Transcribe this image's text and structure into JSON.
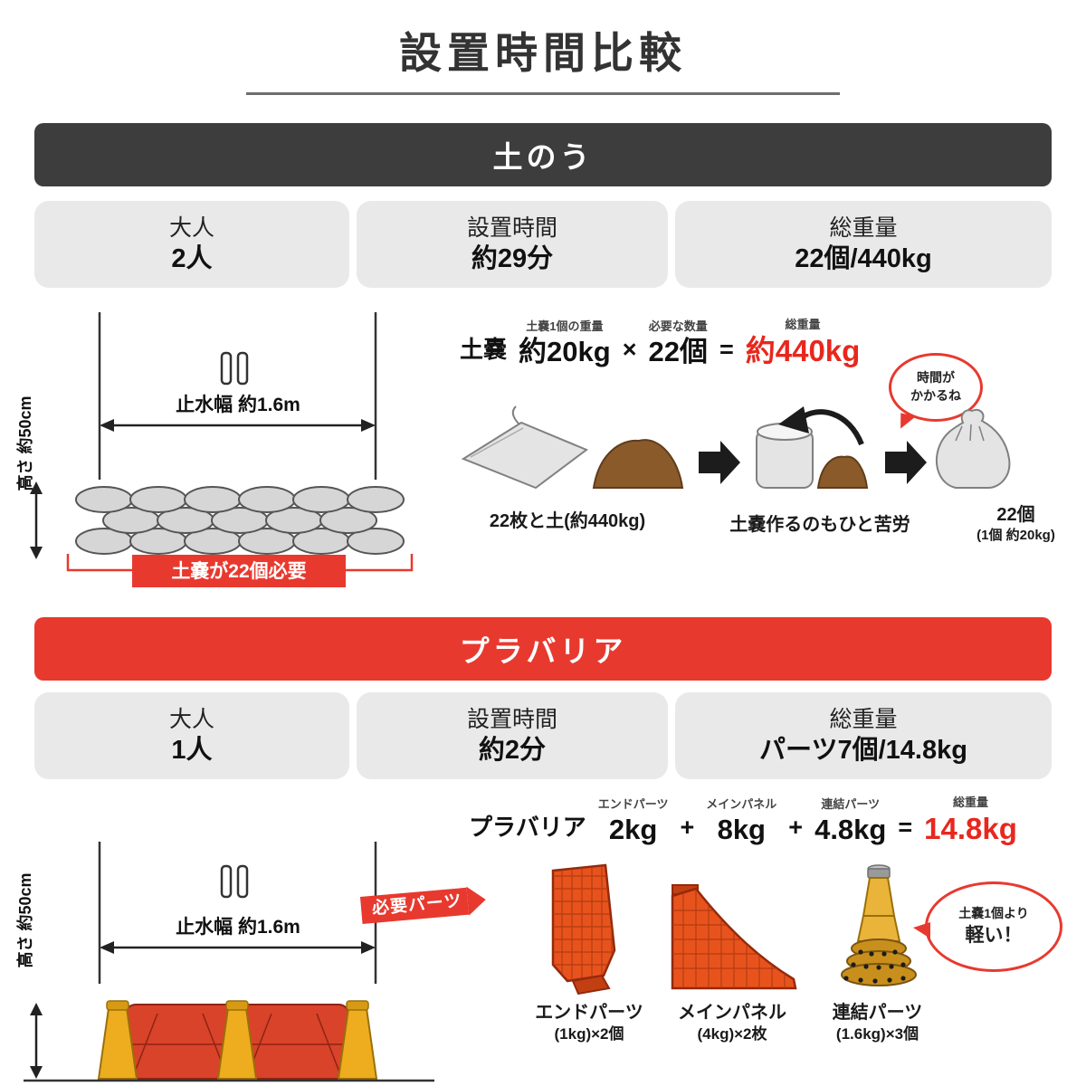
{
  "title": "設置時間比較",
  "colors": {
    "accent_red": "#e8392f",
    "result_red": "#e8271d",
    "banner_dark": "#3d3d3d",
    "stat_box_gray": "#e9e9e9"
  },
  "sandbag": {
    "header": "土のう",
    "stats": [
      {
        "label": "大人",
        "value": "2人"
      },
      {
        "label": "設置時間",
        "value": "約29分"
      },
      {
        "label": "総重量",
        "value": "22個/440kg"
      }
    ],
    "diagram": {
      "height_label": "高さ 約50cm",
      "width_label": "止水幅 約1.6m",
      "requirement_label": "土嚢が22個必要"
    },
    "equation": {
      "prefix": "土嚢",
      "terms": [
        {
          "label": "土嚢1個の重量",
          "value": "約20kg"
        },
        {
          "label": "必要な数量",
          "value": "22個"
        },
        {
          "label": "総重量",
          "value": "約440kg"
        }
      ],
      "multiply_op": "×",
      "equals_op": "="
    },
    "bubble": {
      "line1": "時間が",
      "line2": "かかるね"
    },
    "captions": [
      {
        "line1": "22枚と土(約440kg)",
        "line2": ""
      },
      {
        "line1": "土嚢作るのもひと苦労",
        "line2": ""
      },
      {
        "line1": "22個",
        "line2": "(1個 約20kg)"
      }
    ]
  },
  "plabarrier": {
    "header": "プラバリア",
    "stats": [
      {
        "label": "大人",
        "value": "1人"
      },
      {
        "label": "設置時間",
        "value": "約2分"
      },
      {
        "label": "総重量",
        "value": "パーツ7個/14.8kg"
      }
    ],
    "diagram": {
      "height_label": "高さ 約50cm",
      "width_label": "止水幅 約1.6m",
      "parts_arrow_label": "必要パーツ"
    },
    "equation": {
      "prefix": "プラバリア",
      "terms": [
        {
          "label": "エンドパーツ",
          "value": "2kg"
        },
        {
          "label": "メインパネル",
          "value": "8kg"
        },
        {
          "label": "連結パーツ",
          "value": "4.8kg"
        },
        {
          "label": "総重量",
          "value": "14.8kg"
        }
      ],
      "plus_op": "+",
      "equals_op": "="
    },
    "bubble": {
      "line1": "土嚢1個より",
      "line2": "軽い！"
    },
    "captions": [
      {
        "line1": "エンドパーツ",
        "line2": "(1kg)×2個"
      },
      {
        "line1": "メインパネル",
        "line2": "(4kg)×2枚"
      },
      {
        "line1": "連結パーツ",
        "line2": "(1.6kg)×3個"
      }
    ]
  }
}
